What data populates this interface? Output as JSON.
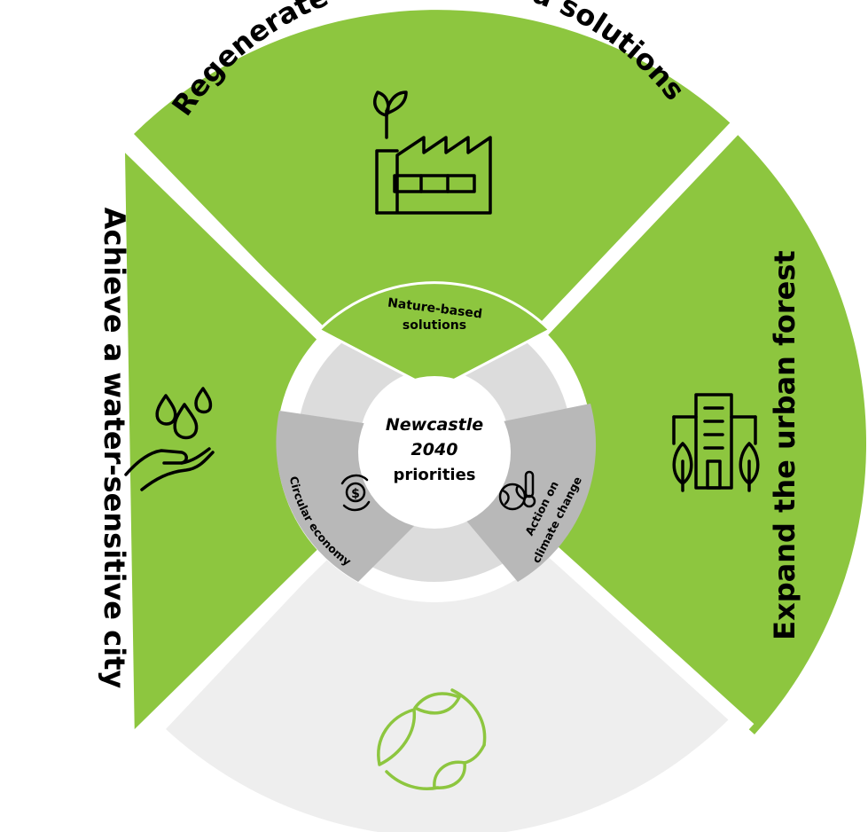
{
  "colors": {
    "green": "#8dc63f",
    "light_grey": "#eeeeee",
    "mid_grey": "#dcdcdc",
    "dark_grey": "#b8b8b8",
    "white": "#ffffff"
  },
  "outer_segments": {
    "top": "Regenerate nature-based solutions",
    "left": "Achieve a water-sensitive city",
    "right": "Expand the urban forest"
  },
  "inner_segments": {
    "top_line1": "Nature-based",
    "top_line2": "solutions",
    "left": "Circular economy",
    "right_line1": "Action on",
    "right_line2": "climate change"
  },
  "center": {
    "title_line1": "Newcastle",
    "title_line2": "2040",
    "subtitle": "priorities"
  },
  "icons": {
    "top": "factory-plant-icon",
    "left": "water-hand-icon",
    "right": "urban-forest-icon",
    "bottom": "recycle-leaves-icon",
    "inner_left": "dollar-cycle-icon",
    "inner_right": "globe-thermometer-icon"
  }
}
